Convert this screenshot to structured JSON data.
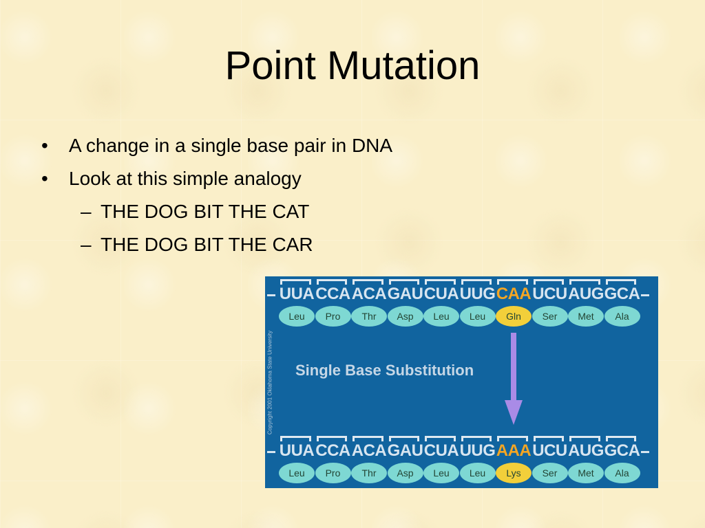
{
  "slide": {
    "title": "Point Mutation",
    "bullets": [
      {
        "level": 1,
        "text": "A change in a single base pair in DNA"
      },
      {
        "level": 1,
        "text": "Look at this simple analogy"
      },
      {
        "level": 2,
        "text": "THE DOG BIT THE CAT"
      },
      {
        "level": 2,
        "text": "THE DOG BIT THE CAR"
      }
    ]
  },
  "figure": {
    "copyright": "Copyright 2001 Oklahoma State University",
    "caption": "Single Base Substitution",
    "colors": {
      "background": "#11649f",
      "highlight_codon": "#f5a623",
      "amino_acid": "#7ed8d3",
      "highlight_amino_acid": "#f2cf3a",
      "arrow": "#a98be6"
    },
    "original": {
      "codons": [
        "UUA",
        "CCA",
        "ACA",
        "GAU",
        "CUA",
        "UUG",
        "CAA",
        "UCU",
        "AUG",
        "GCA"
      ],
      "amino_acids": [
        "Leu",
        "Pro",
        "Thr",
        "Asp",
        "Leu",
        "Leu",
        "Gln",
        "Ser",
        "Met",
        "Ala"
      ],
      "highlight_index": 6
    },
    "mutated": {
      "codons": [
        "UUA",
        "CCA",
        "ACA",
        "GAU",
        "CUA",
        "UUG",
        "AAA",
        "UCU",
        "AUG",
        "GCA"
      ],
      "amino_acids": [
        "Leu",
        "Pro",
        "Thr",
        "Asp",
        "Leu",
        "Leu",
        "Lys",
        "Ser",
        "Met",
        "Ala"
      ],
      "highlight_index": 6
    }
  }
}
